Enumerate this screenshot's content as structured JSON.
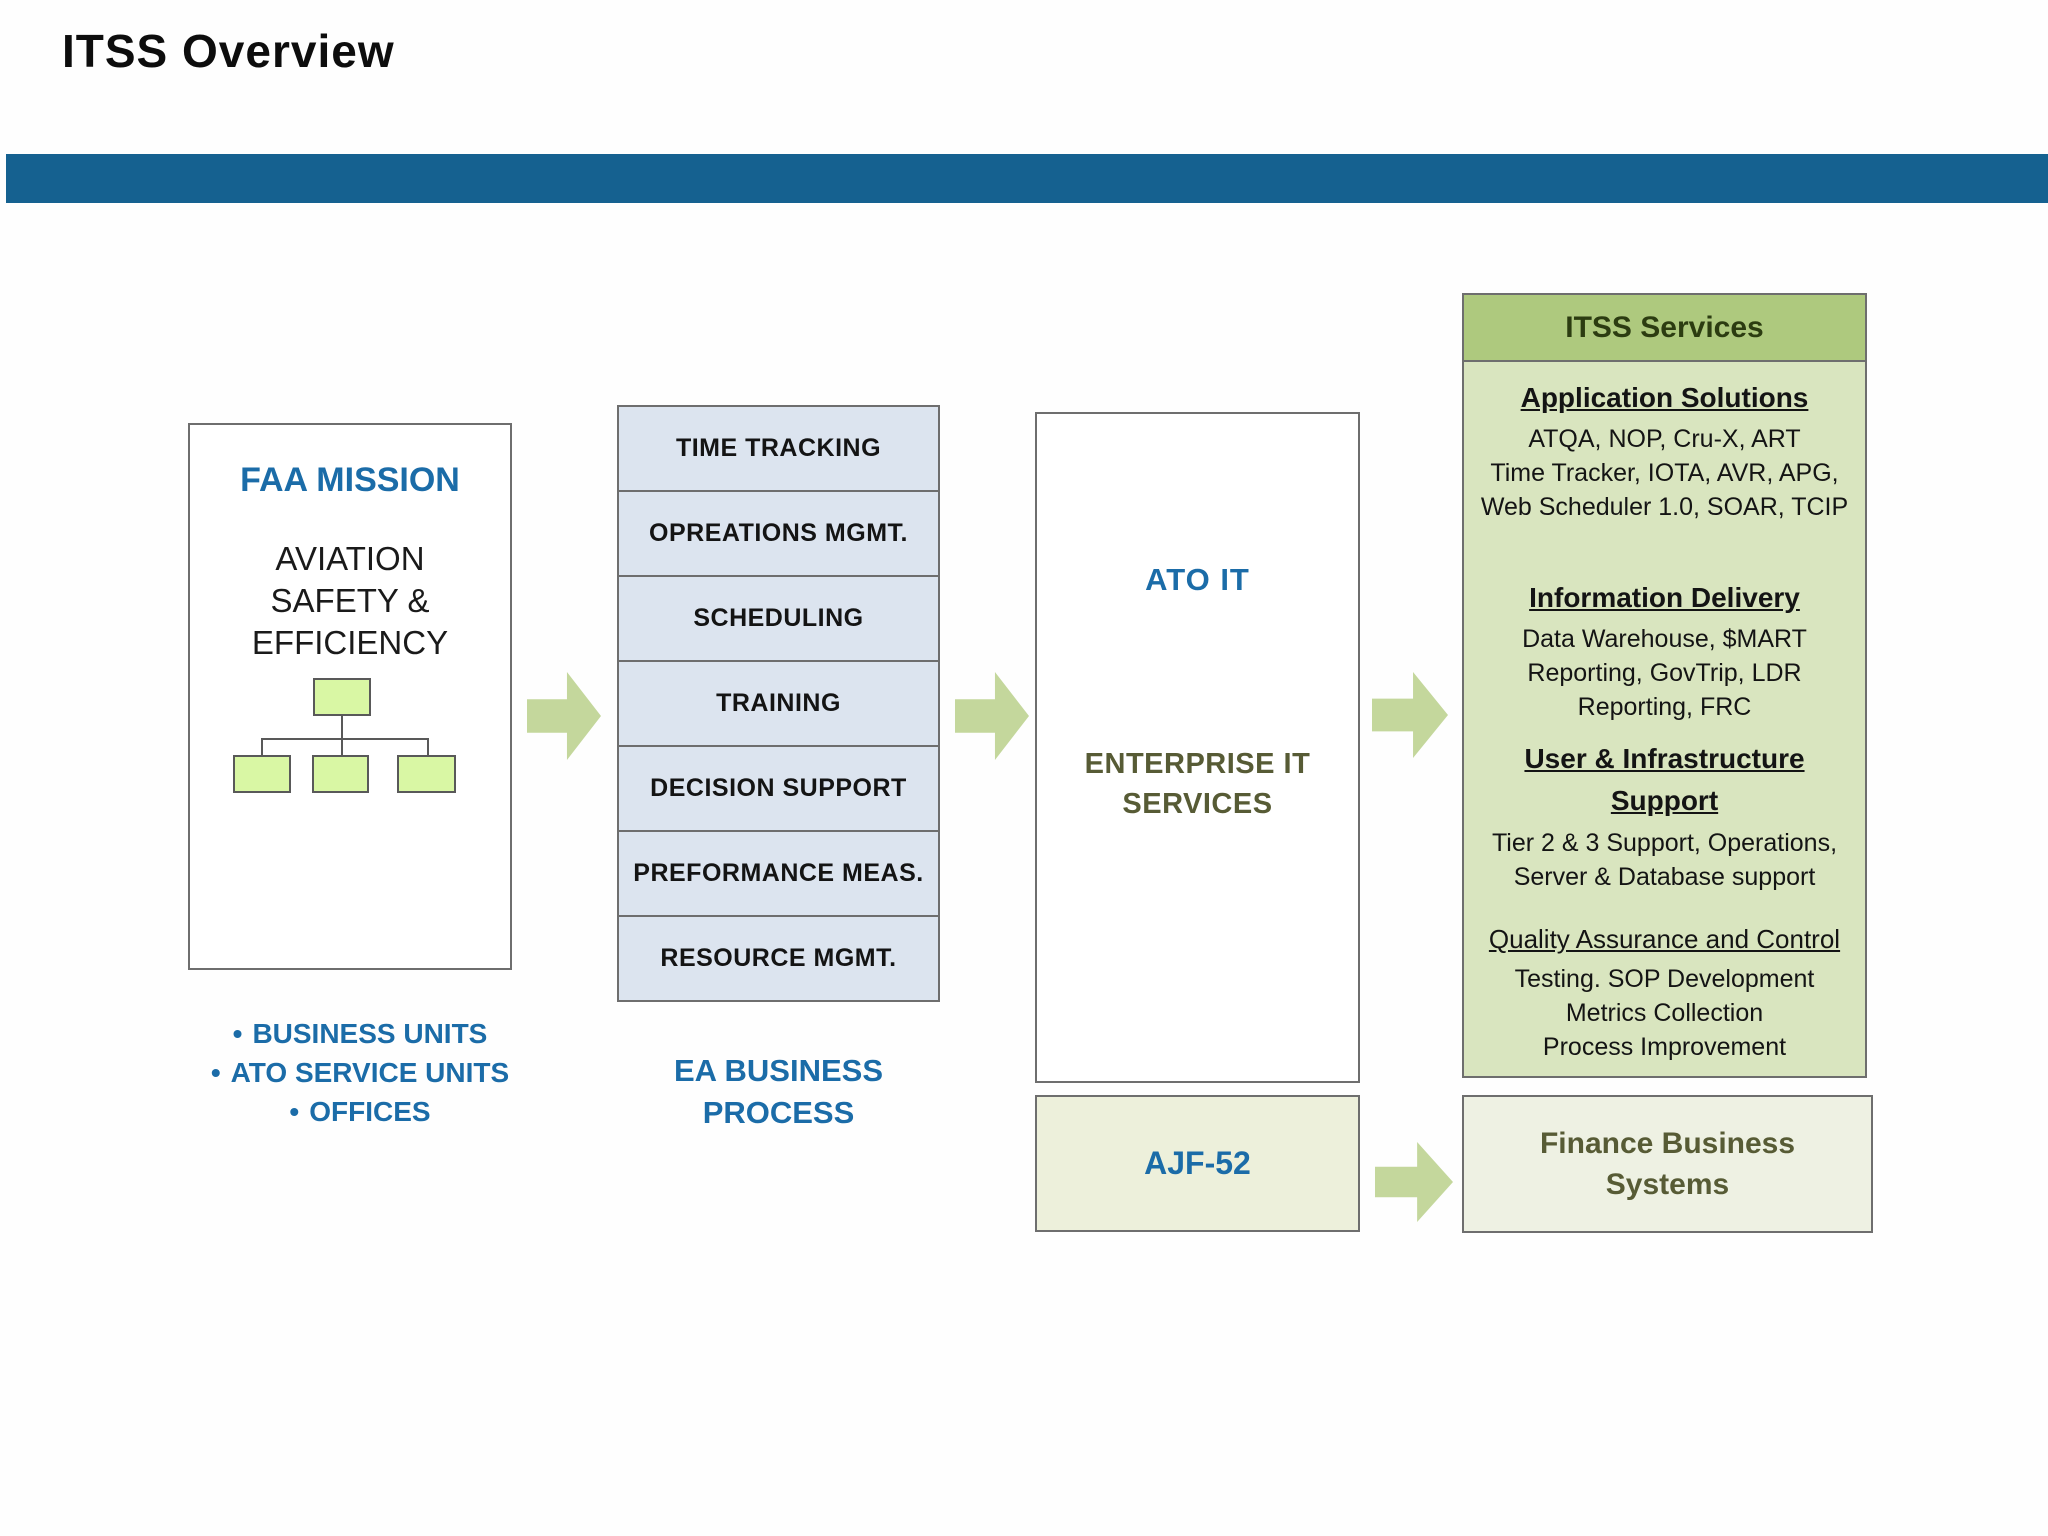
{
  "title": "ITSS Overview",
  "colors": {
    "topbar": "#156190",
    "accent_blue": "#1b6ca8",
    "olive_text": "#575b35",
    "arrow_green": "#c4d79c",
    "stack_fill": "#dce4ef",
    "itss_header_fill": "#aec97e",
    "itss_body_fill": "#d9e5bf",
    "org_node_fill": "#d9f7a4"
  },
  "faa": {
    "heading": "FAA MISSION",
    "mission_lines": [
      "AVIATION",
      "SAFETY &",
      "EFFICIENCY"
    ]
  },
  "bullets": {
    "marker": "•",
    "items": [
      "BUSINESS UNITS",
      "ATO SERVICE UNITS",
      "OFFICES"
    ]
  },
  "process_stack": {
    "items": [
      "TIME TRACKING",
      "OPREATIONS MGMT.",
      "SCHEDULING",
      "TRAINING",
      "DECISION SUPPORT",
      "PREFORMANCE MEAS.",
      "RESOURCE MGMT."
    ],
    "caption_lines": [
      "EA BUSINESS",
      "PROCESS"
    ]
  },
  "ato": {
    "top_label": "ATO IT",
    "bottom_lines": [
      "ENTERPRISE IT",
      "SERVICES"
    ]
  },
  "ajf": {
    "label": "AJF-52"
  },
  "itss": {
    "header": "ITSS Services",
    "sections": [
      {
        "heading": "Application Solutions",
        "lines": [
          "ATQA, NOP, Cru-X, ART",
          "Time Tracker, IOTA, AVR, APG,",
          "Web Scheduler 1.0, SOAR, TCIP"
        ]
      },
      {
        "heading": "Information Delivery",
        "lines": [
          "Data Warehouse, $MART",
          "Reporting, GovTrip, LDR",
          "Reporting, FRC"
        ]
      },
      {
        "heading": "User & Infrastructure Support",
        "lines": [
          "Tier 2 & 3 Support, Operations,",
          "Server & Database support"
        ]
      },
      {
        "heading": "Quality Assurance and Control",
        "lines": [
          "Testing. SOP Development",
          "Metrics Collection",
          "Process Improvement"
        ]
      }
    ]
  },
  "finance": {
    "lines": [
      "Finance Business",
      "Systems"
    ]
  }
}
